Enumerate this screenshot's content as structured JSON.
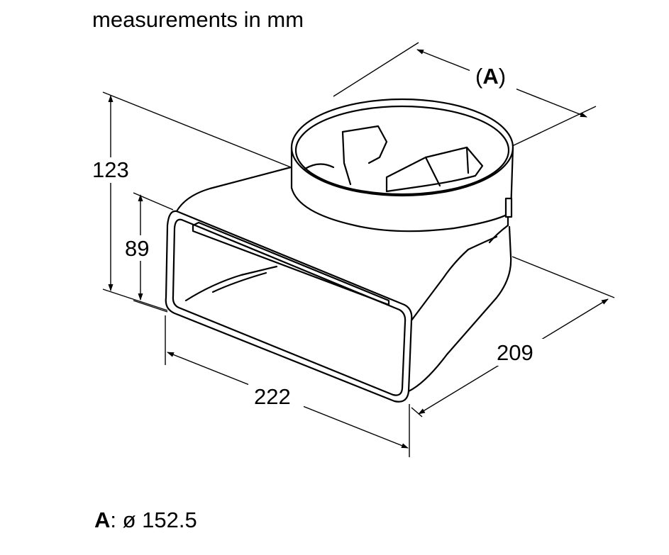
{
  "header": {
    "title": "measurements in mm"
  },
  "dimensions": {
    "height_outer": "123",
    "height_inner": "89",
    "width": "222",
    "depth": "209",
    "diameter_label_open": "(",
    "diameter_label_letter": "A",
    "diameter_label_close": ")"
  },
  "legend": {
    "key": "A",
    "separator": ":",
    "value": " ø 152.5"
  }
}
